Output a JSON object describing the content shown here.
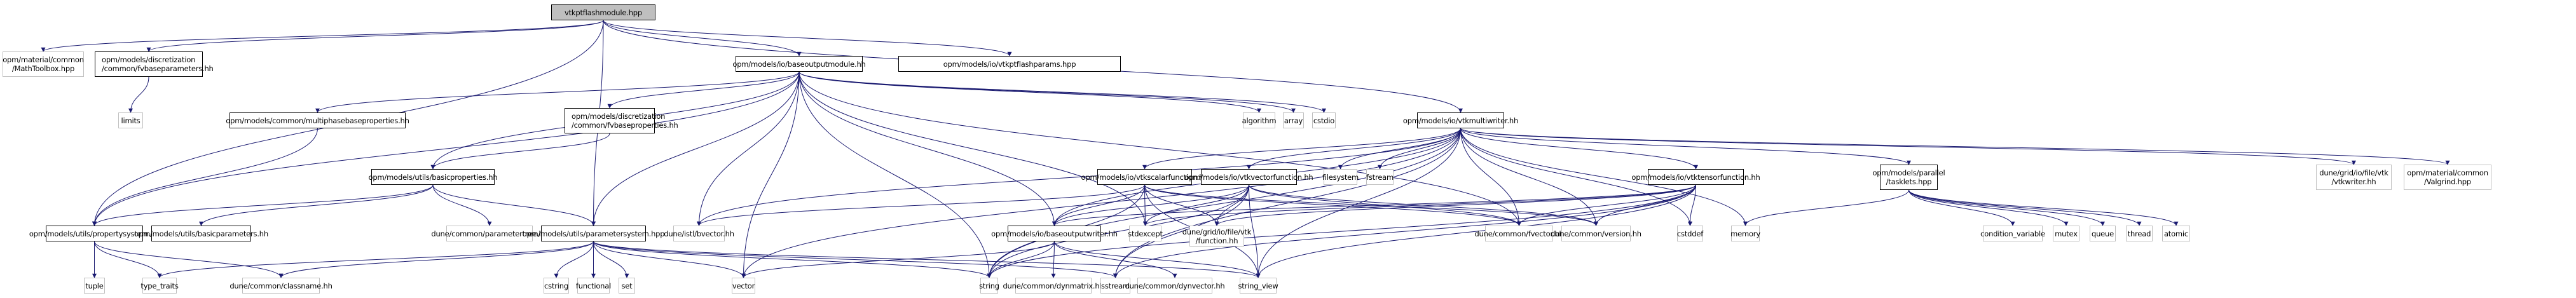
{
  "graph": {
    "title": "vtkptflashmodule.hpp include dependency graph",
    "edge_color": "#191970",
    "root_fill": "#bfbfbf",
    "documented_border": "#000000",
    "external_border": "#bfbfbf",
    "nodes": [
      {
        "id": "root",
        "label": "vtkptflashmodule.hpp",
        "kind": "root"
      },
      {
        "id": "mathtoolbox",
        "label": "opm/material/common\n/MathToolbox.hpp",
        "kind": "ext"
      },
      {
        "id": "fvbaseparameters",
        "label": "opm/models/discretization\n/common/fvbaseparameters.hh",
        "kind": "doc"
      },
      {
        "id": "baseoutputmodule",
        "label": "opm/models/io/baseoutputmodule.hh",
        "kind": "doc"
      },
      {
        "id": "vtkptflashparams",
        "label": "opm/models/io/vtkptflashparams.hpp",
        "kind": "doc"
      },
      {
        "id": "limits",
        "label": "limits",
        "kind": "ext"
      },
      {
        "id": "multiphasebaseproperties",
        "label": "opm/models/common/multiphasebaseproperties.hh",
        "kind": "doc"
      },
      {
        "id": "fvbaseproperties",
        "label": "opm/models/discretization\n/common/fvbaseproperties.hh",
        "kind": "doc"
      },
      {
        "id": "algorithm",
        "label": "algorithm",
        "kind": "ext"
      },
      {
        "id": "array",
        "label": "array",
        "kind": "ext"
      },
      {
        "id": "cstdio",
        "label": "cstdio",
        "kind": "ext"
      },
      {
        "id": "vtkmultiwriter",
        "label": "opm/models/io/vtkmultiwriter.hh",
        "kind": "doc"
      },
      {
        "id": "basicproperties",
        "label": "opm/models/utils/basicproperties.hh",
        "kind": "doc"
      },
      {
        "id": "vtkscalarfunction",
        "label": "opm/models/io/vtkscalarfunction.hh",
        "kind": "doc"
      },
      {
        "id": "vtkvectorfunction",
        "label": "opm/models/io/vtkvectorfunction.hh",
        "kind": "doc"
      },
      {
        "id": "filesystem",
        "label": "filesystem",
        "kind": "ext"
      },
      {
        "id": "fstream",
        "label": "fstream",
        "kind": "ext"
      },
      {
        "id": "vtktensorfunction",
        "label": "opm/models/io/vtktensorfunction.hh",
        "kind": "doc"
      },
      {
        "id": "tasklets",
        "label": "opm/models/parallel\n/tasklets.hpp",
        "kind": "doc"
      },
      {
        "id": "vtkwriter",
        "label": "dune/grid/io/file/vtk\n/vtkwriter.hh",
        "kind": "ext"
      },
      {
        "id": "valgrind",
        "label": "opm/material/common\n/Valgrind.hpp",
        "kind": "ext"
      },
      {
        "id": "propertysystem",
        "label": "opm/models/utils/propertysystem.hh",
        "kind": "doc"
      },
      {
        "id": "basicparameters",
        "label": "opm/models/utils/basicparameters.hh",
        "kind": "doc"
      },
      {
        "id": "parametertree",
        "label": "dune/common/parametertree.hh",
        "kind": "ext"
      },
      {
        "id": "parametersystem",
        "label": "opm/models/utils/parametersystem.hpp",
        "kind": "doc"
      },
      {
        "id": "bvector",
        "label": "dune/istl/bvector.hh",
        "kind": "ext"
      },
      {
        "id": "baseoutputwriter",
        "label": "opm/models/io/baseoutputwriter.hh",
        "kind": "doc"
      },
      {
        "id": "stdexcept",
        "label": "stdexcept",
        "kind": "ext"
      },
      {
        "id": "vtkfunction",
        "label": "dune/grid/io/file/vtk\n/function.hh",
        "kind": "ext"
      },
      {
        "id": "fvector",
        "label": "dune/common/fvector.hh",
        "kind": "ext"
      },
      {
        "id": "version",
        "label": "dune/common/version.hh",
        "kind": "ext"
      },
      {
        "id": "cstddef",
        "label": "cstddef",
        "kind": "ext"
      },
      {
        "id": "memory",
        "label": "memory",
        "kind": "ext"
      },
      {
        "id": "condition_variable",
        "label": "condition_variable",
        "kind": "ext"
      },
      {
        "id": "mutex",
        "label": "mutex",
        "kind": "ext"
      },
      {
        "id": "queue",
        "label": "queue",
        "kind": "ext"
      },
      {
        "id": "thread",
        "label": "thread",
        "kind": "ext"
      },
      {
        "id": "atomic",
        "label": "atomic",
        "kind": "ext"
      },
      {
        "id": "tuple",
        "label": "tuple",
        "kind": "ext"
      },
      {
        "id": "type_traits",
        "label": "type_traits",
        "kind": "ext"
      },
      {
        "id": "classname",
        "label": "dune/common/classname.hh",
        "kind": "ext"
      },
      {
        "id": "cstring",
        "label": "cstring",
        "kind": "ext"
      },
      {
        "id": "functional",
        "label": "functional",
        "kind": "ext"
      },
      {
        "id": "set",
        "label": "set",
        "kind": "ext"
      },
      {
        "id": "vector",
        "label": "vector",
        "kind": "ext"
      },
      {
        "id": "string",
        "label": "string",
        "kind": "ext"
      },
      {
        "id": "dynmatrix",
        "label": "dune/common/dynmatrix.hh",
        "kind": "ext"
      },
      {
        "id": "sstream",
        "label": "sstream",
        "kind": "ext"
      },
      {
        "id": "dynvector",
        "label": "dune/common/dynvector.hh",
        "kind": "ext"
      },
      {
        "id": "string_view",
        "label": "string_view",
        "kind": "ext"
      }
    ],
    "edges": [
      [
        "root",
        "mathtoolbox"
      ],
      [
        "root",
        "fvbaseparameters"
      ],
      [
        "root",
        "baseoutputmodule"
      ],
      [
        "root",
        "vtkptflashparams"
      ],
      [
        "root",
        "vtkmultiwriter"
      ],
      [
        "root",
        "propertysystem"
      ],
      [
        "root",
        "parametersystem"
      ],
      [
        "fvbaseparameters",
        "limits"
      ],
      [
        "baseoutputmodule",
        "multiphasebaseproperties"
      ],
      [
        "baseoutputmodule",
        "fvbaseproperties"
      ],
      [
        "baseoutputmodule",
        "algorithm"
      ],
      [
        "baseoutputmodule",
        "array"
      ],
      [
        "baseoutputmodule",
        "cstdio"
      ],
      [
        "baseoutputmodule",
        "basicproperties"
      ],
      [
        "baseoutputmodule",
        "propertysystem"
      ],
      [
        "baseoutputmodule",
        "parametersystem"
      ],
      [
        "baseoutputmodule",
        "bvector"
      ],
      [
        "baseoutputmodule",
        "baseoutputwriter"
      ],
      [
        "baseoutputmodule",
        "stdexcept"
      ],
      [
        "baseoutputmodule",
        "fvector"
      ],
      [
        "baseoutputmodule",
        "string"
      ],
      [
        "baseoutputmodule",
        "vector"
      ],
      [
        "multiphasebaseproperties",
        "propertysystem"
      ],
      [
        "fvbaseproperties",
        "basicproperties"
      ],
      [
        "basicproperties",
        "propertysystem"
      ],
      [
        "basicproperties",
        "basicparameters"
      ],
      [
        "basicproperties",
        "parametertree"
      ],
      [
        "basicproperties",
        "parametersystem"
      ],
      [
        "propertysystem",
        "tuple"
      ],
      [
        "propertysystem",
        "type_traits"
      ],
      [
        "propertysystem",
        "classname"
      ],
      [
        "parametersystem",
        "classname"
      ],
      [
        "parametersystem",
        "type_traits"
      ],
      [
        "parametersystem",
        "cstring"
      ],
      [
        "parametersystem",
        "functional"
      ],
      [
        "parametersystem",
        "set"
      ],
      [
        "parametersystem",
        "vector"
      ],
      [
        "parametersystem",
        "string"
      ],
      [
        "parametersystem",
        "string_view"
      ],
      [
        "parametersystem",
        "sstream"
      ],
      [
        "vtkmultiwriter",
        "vtkscalarfunction"
      ],
      [
        "vtkmultiwriter",
        "vtkvectorfunction"
      ],
      [
        "vtkmultiwriter",
        "vtktensorfunction"
      ],
      [
        "vtkmultiwriter",
        "filesystem"
      ],
      [
        "vtkmultiwriter",
        "fstream"
      ],
      [
        "vtkmultiwriter",
        "tasklets"
      ],
      [
        "vtkmultiwriter",
        "vtkwriter"
      ],
      [
        "vtkmultiwriter",
        "valgrind"
      ],
      [
        "vtkmultiwriter",
        "baseoutputwriter"
      ],
      [
        "vtkmultiwriter",
        "bvector"
      ],
      [
        "vtkmultiwriter",
        "fvector"
      ],
      [
        "vtkmultiwriter",
        "version"
      ],
      [
        "vtkmultiwriter",
        "cstddef"
      ],
      [
        "vtkmultiwriter",
        "memory"
      ],
      [
        "vtkmultiwriter",
        "string"
      ],
      [
        "vtkmultiwriter",
        "vector"
      ],
      [
        "vtkmultiwriter",
        "string_view"
      ],
      [
        "vtkmultiwriter",
        "sstream"
      ],
      [
        "vtkscalarfunction",
        "baseoutputwriter"
      ],
      [
        "vtkscalarfunction",
        "bvector"
      ],
      [
        "vtkscalarfunction",
        "stdexcept"
      ],
      [
        "vtkscalarfunction",
        "vtkfunction"
      ],
      [
        "vtkscalarfunction",
        "fvector"
      ],
      [
        "vtkscalarfunction",
        "version"
      ],
      [
        "vtkscalarfunction",
        "string"
      ],
      [
        "vtkscalarfunction",
        "string_view"
      ],
      [
        "vtkvectorfunction",
        "baseoutputwriter"
      ],
      [
        "vtkvectorfunction",
        "stdexcept"
      ],
      [
        "vtkvectorfunction",
        "vtkfunction"
      ],
      [
        "vtkvectorfunction",
        "fvector"
      ],
      [
        "vtkvectorfunction",
        "version"
      ],
      [
        "vtkvectorfunction",
        "string"
      ],
      [
        "vtkvectorfunction",
        "string_view"
      ],
      [
        "vtkvectorfunction",
        "sstream"
      ],
      [
        "vtktensorfunction",
        "baseoutputwriter"
      ],
      [
        "vtktensorfunction",
        "stdexcept"
      ],
      [
        "vtktensorfunction",
        "vtkfunction"
      ],
      [
        "vtktensorfunction",
        "fvector"
      ],
      [
        "vtktensorfunction",
        "version"
      ],
      [
        "vtktensorfunction",
        "cstddef"
      ],
      [
        "vtktensorfunction",
        "string"
      ],
      [
        "vtktensorfunction",
        "string_view"
      ],
      [
        "vtktensorfunction",
        "sstream"
      ],
      [
        "baseoutputwriter",
        "vector"
      ],
      [
        "baseoutputwriter",
        "string"
      ],
      [
        "baseoutputwriter",
        "dynmatrix"
      ],
      [
        "baseoutputwriter",
        "dynvector"
      ],
      [
        "baseoutputwriter",
        "string_view"
      ],
      [
        "tasklets",
        "memory"
      ],
      [
        "tasklets",
        "condition_variable"
      ],
      [
        "tasklets",
        "mutex"
      ],
      [
        "tasklets",
        "queue"
      ],
      [
        "tasklets",
        "thread"
      ],
      [
        "tasklets",
        "atomic"
      ]
    ]
  }
}
